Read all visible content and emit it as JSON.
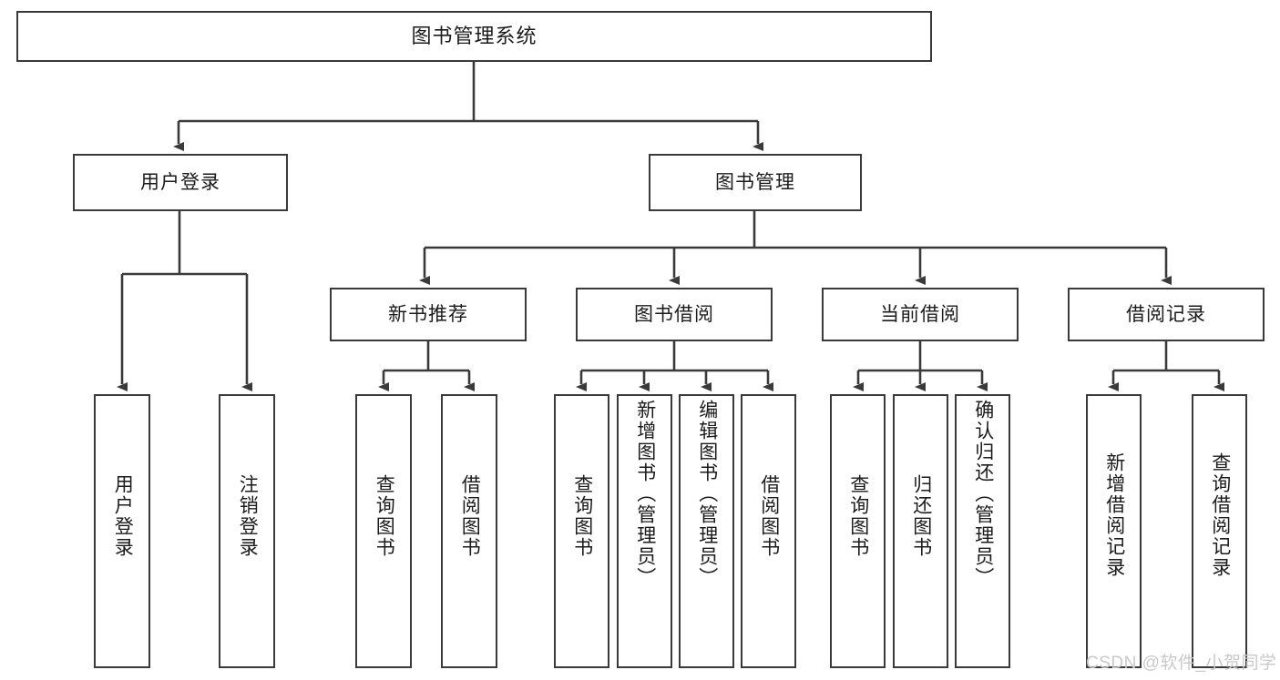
{
  "diagram": {
    "type": "hierarchy-tree",
    "title": "图书管理系统",
    "root": {
      "label": "图书管理系统"
    },
    "level2": [
      {
        "label": "用户登录"
      },
      {
        "label": "图书管理"
      }
    ],
    "level3": [
      {
        "label": "新书推荐"
      },
      {
        "label": "图书借阅"
      },
      {
        "label": "当前借阅"
      },
      {
        "label": "借阅记录"
      }
    ],
    "leaves": {
      "user_login": [
        {
          "label": "用户登录"
        },
        {
          "label": "注销登录"
        }
      ],
      "new_book_recommend": [
        {
          "label": "查询图书"
        },
        {
          "label": "借阅图书"
        }
      ],
      "book_borrow": [
        {
          "label": "查询图书"
        },
        {
          "label": "新增图书（管理员）"
        },
        {
          "label": "编辑图书（管理员）"
        },
        {
          "label": "借阅图书"
        }
      ],
      "current_borrow": [
        {
          "label": "查询图书"
        },
        {
          "label": "归还图书"
        },
        {
          "label": "确认归还（管理员）"
        }
      ],
      "borrow_record": [
        {
          "label": "新增借阅记录"
        },
        {
          "label": "查询借阅记录"
        }
      ]
    }
  },
  "watermark": {
    "text": "CSDN @软件_小贺同学"
  },
  "colors": {
    "stroke": "#3a3a3a",
    "text": "#1b1b1b",
    "background": "#ffffff",
    "watermark": "#c9c9c9"
  }
}
